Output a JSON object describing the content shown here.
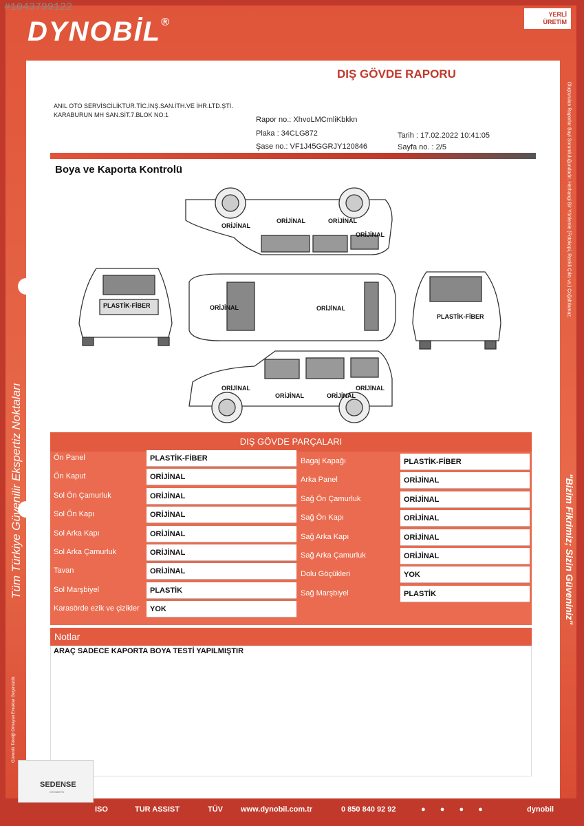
{
  "watermark": "#1043799122",
  "brand": {
    "name": "DYNOBİL",
    "reg": "®",
    "yerli_line1": "YERLİ",
    "yerli_line2": "ÜRETİM"
  },
  "report_title": "DIŞ GÖVDE RAPORU",
  "company": {
    "line1": "ANIL OTO SERVİSCİLİKTUR.TİC.İNŞ.SAN.İTH.VE İHR.LTD.ŞTİ.",
    "line2": "KARABURUN MH SAN.SİT.7.BLOK NO:1"
  },
  "report_info": {
    "rapor_no": "Rapor no.: XhvoLMCmliKbkkn",
    "plaka": "Plaka : 34CLG872",
    "sase_no": "Şase no.: VF1J45GGRJY120846",
    "tarih": "Tarih : 17.02.2022 10:41:05",
    "sayfa_no": "Sayfa no. : 2/5"
  },
  "section_title": "Boya ve Kaporta Kontrolü",
  "car_labels": {
    "top_1": "ORİJİNAL",
    "top_2": "ORİJİNAL",
    "top_3": "ORİJİNAL",
    "top_4": "ORİJİNAL",
    "front": "PLASTİK-FİBER",
    "roof_1": "ORİJİNAL",
    "roof_2": "ORİJİNAL",
    "rear": "PLASTİK-FİBER",
    "side_1": "ORİJİNAL",
    "side_2": "ORİJİNAL",
    "side_3": "ORİJİNAL",
    "side_4": "ORİJİNAL"
  },
  "parts_title": "DIŞ GÖVDE PARÇALARI",
  "parts_left": [
    {
      "label": "Ön Panel",
      "value": "PLASTİK-FİBER"
    },
    {
      "label": "Ön Kaput",
      "value": "ORİJİNAL"
    },
    {
      "label": "Sol Ön Çamurluk",
      "value": "ORİJİNAL"
    },
    {
      "label": "Sol Ön Kapı",
      "value": "ORİJİNAL"
    },
    {
      "label": "Sol Arka Kapı",
      "value": "ORİJİNAL"
    },
    {
      "label": "Sol Arka Çamurluk",
      "value": "ORİJİNAL"
    },
    {
      "label": "Tavan",
      "value": "ORİJİNAL"
    },
    {
      "label": "Sol Marşbiyel",
      "value": "PLASTİK"
    },
    {
      "label": "Karasörde ezik ve çizikler",
      "value": "YOK"
    }
  ],
  "parts_right": [
    {
      "label": "Bagaj Kapağı",
      "value": "PLASTİK-FİBER"
    },
    {
      "label": "Arka Panel",
      "value": "ORİJİNAL"
    },
    {
      "label": "Sağ Ön Çamurluk",
      "value": "ORİJİNAL"
    },
    {
      "label": "Sağ Ön Kapı",
      "value": "ORİJİNAL"
    },
    {
      "label": "Sağ Arka Kapı",
      "value": "ORİJİNAL"
    },
    {
      "label": "Sağ Arka Çamurluk",
      "value": "ORİJİNAL"
    },
    {
      "label": "Dolu Göçükleri",
      "value": "YOK"
    },
    {
      "label": "Sağ Marşbiyel",
      "value": "PLASTİK"
    }
  ],
  "notes": {
    "title": "Notlar",
    "text": "ARAÇ SADECE KAPORTA BOYA TESTİ YAPILMIŞTIR"
  },
  "side_texts": {
    "left": "Tüm Türkiye Güvenilir Ekspertiz Noktaları",
    "right_small": "Oluşturulan Raporlar Bayi Sorumluluğundadır. Herhangi Bir Yönlemle (Fotokopi, Renkli Çıktı vs.) Çoğaltılamaz.",
    "right_big": "\"Bizim Fikrimiz; Sizin Güveniniz\"",
    "left_small": "Güvenlik Tekniği Olmayan Evraklar Geçersizdir."
  },
  "footer": {
    "sedense": "SEDENSE",
    "sedense_sub": "OTOMOTİV",
    "iso": "ISO",
    "tur_assist": "TUR ASSIST",
    "tuv": "TÜV",
    "website": "www.dynobil.com.tr",
    "phone": "0 850 840 92 92",
    "social": "dynobil"
  }
}
